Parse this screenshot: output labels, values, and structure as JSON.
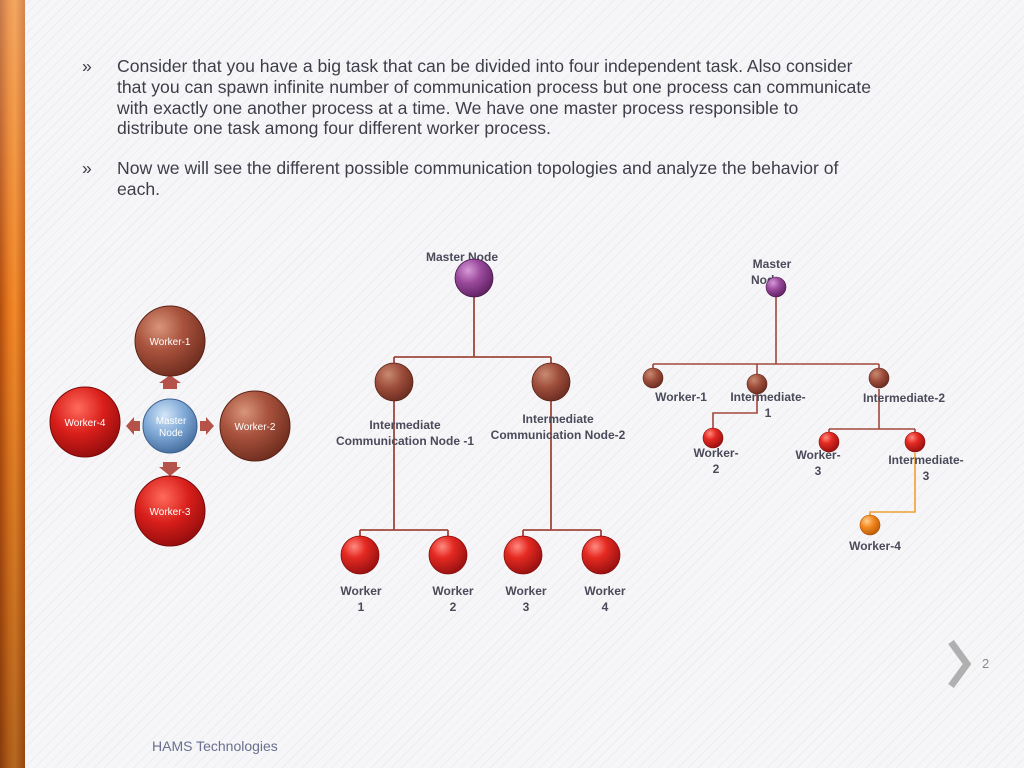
{
  "slide": {
    "bullet_marker": "»",
    "bullets": [
      "Consider that you have a big task that can be divided into four independent task. Also consider that you can spawn infinite number of communication process but one process can communicate with exactly one another process at a time. We have one master process responsible to distribute one task among four different worker process.",
      "Now we will see the different possible communication topologies and analyze the behavior of each."
    ],
    "footer": "HAMS Technologies",
    "page_number": "2"
  },
  "star_diagram": {
    "center": [
      "Master",
      "Node"
    ],
    "top": "Worker-1",
    "right": "Worker-2",
    "bottom": "Worker-3",
    "left": "Worker-4"
  },
  "tree_diagram": {
    "master": "Master Node",
    "intermediate_left": [
      "Intermediate",
      "Communication Node -1"
    ],
    "intermediate_right": [
      "Intermediate",
      "Communication Node-2"
    ],
    "workers": [
      [
        "Worker",
        "1"
      ],
      [
        "Worker",
        "2"
      ],
      [
        "Worker",
        "3"
      ],
      [
        "Worker",
        "4"
      ]
    ]
  },
  "chain_diagram": {
    "master": [
      "Master",
      "Node"
    ],
    "worker_1": "Worker-1",
    "intermediate_1": [
      "Intermediate-",
      "1"
    ],
    "intermediate_2": "Intermediate-2",
    "worker_2": [
      "Worker-",
      "2"
    ],
    "worker_3": [
      "Worker-",
      "3"
    ],
    "intermediate_3": [
      "Intermediate-",
      "3"
    ],
    "worker_4": "Worker-4"
  },
  "colors": {
    "accent_orange": "#ee7d22",
    "connector": "#a0483c",
    "connector_orange": "#f0a030",
    "text_dark": "#3e3e4a",
    "footer_text": "#6a6f8e"
  }
}
